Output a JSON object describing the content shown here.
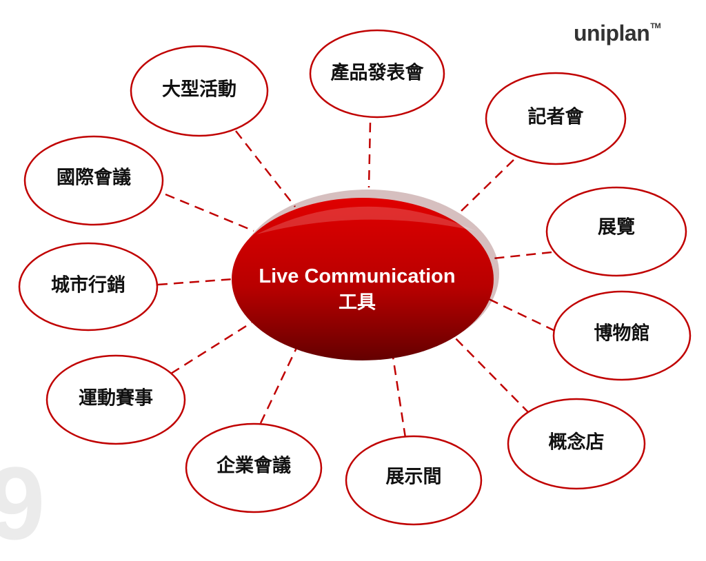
{
  "brand": {
    "logo_text": "uniplan",
    "trademark": "TM"
  },
  "page_number": "9",
  "center": {
    "line1": "Live Communication",
    "line2": "工具"
  },
  "nodes": [
    {
      "id": "product-launch",
      "label": "產品發表會"
    },
    {
      "id": "press-conference",
      "label": "記者會"
    },
    {
      "id": "exhibition",
      "label": "展覽"
    },
    {
      "id": "museum",
      "label": "博物館"
    },
    {
      "id": "concept-store",
      "label": "概念店"
    },
    {
      "id": "showroom",
      "label": "展示間"
    },
    {
      "id": "corporate-meeting",
      "label": "企業會議"
    },
    {
      "id": "sports-event",
      "label": "運動賽事"
    },
    {
      "id": "city-marketing",
      "label": "城市行銷"
    },
    {
      "id": "international-conference",
      "label": "國際會議"
    },
    {
      "id": "large-event",
      "label": "大型活動"
    }
  ],
  "colors": {
    "ellipse_stroke": "#c00000",
    "connector": "#c00000",
    "center_light": "#d00000",
    "center_dark": "#6b0000"
  }
}
